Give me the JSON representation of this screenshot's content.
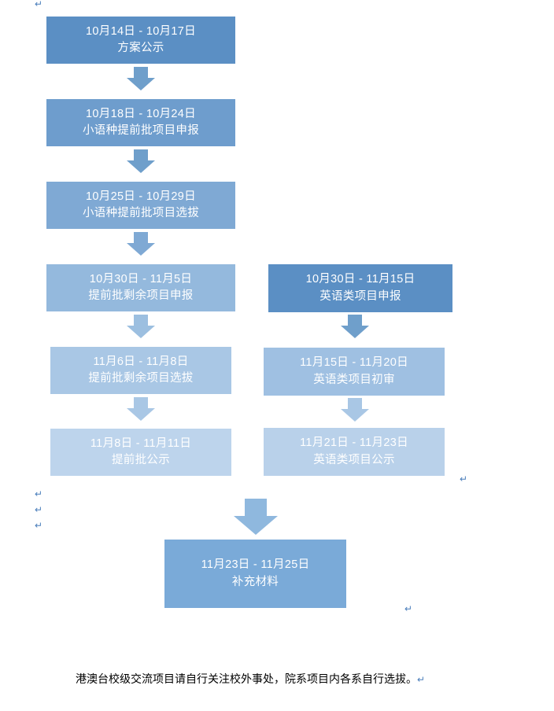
{
  "diagram": {
    "title_footnote": "港澳台校级交流项目请自行关注校外事处，院系项目内各系自行选拔。",
    "footnote_mark": "↵",
    "colors": {
      "level1": "#5b8fc4",
      "level2": "#6e9dcd",
      "level3": "#7fa9d4",
      "level4": "#94b9dd",
      "level5": "#a9c7e5",
      "level6": "#bdd4ec",
      "right1": "#5b8fc4",
      "right2": "#9fc0e2",
      "right3": "#b9d1ea",
      "final": "#7aaad8",
      "arrow_dark": "#6f9fcb",
      "arrow_light": "#a7c6e3",
      "pilcrow": "#4a7ebb"
    },
    "left_column": [
      {
        "date": "10月14日 - 10月17日",
        "label": "方案公示"
      },
      {
        "date": "10月18日 - 10月24日",
        "label": "小语种提前批项目申报"
      },
      {
        "date": "10月25日 - 10月29日",
        "label": "小语种提前批项目选拔"
      },
      {
        "date": "10月30日 - 11月5日",
        "label": "提前批剩余项目申报"
      },
      {
        "date": "11月6日 - 11月8日",
        "label": "提前批剩余项目选拔"
      },
      {
        "date": "11月8日 - 11月11日",
        "label": "提前批公示"
      }
    ],
    "right_column": [
      {
        "date": "10月30日 - 11月15日",
        "label": "英语类项目申报"
      },
      {
        "date": "11月15日 - 11月20日",
        "label": "英语类项目初审"
      },
      {
        "date": "11月21日 - 11月23日",
        "label": "英语类项目公示"
      }
    ],
    "final_node": {
      "date": "11月23日 - 11月25日",
      "label": "补充材料"
    },
    "marks": [
      "↵",
      "↵",
      "↵",
      "↵",
      "↵",
      "↵",
      "↵"
    ]
  }
}
